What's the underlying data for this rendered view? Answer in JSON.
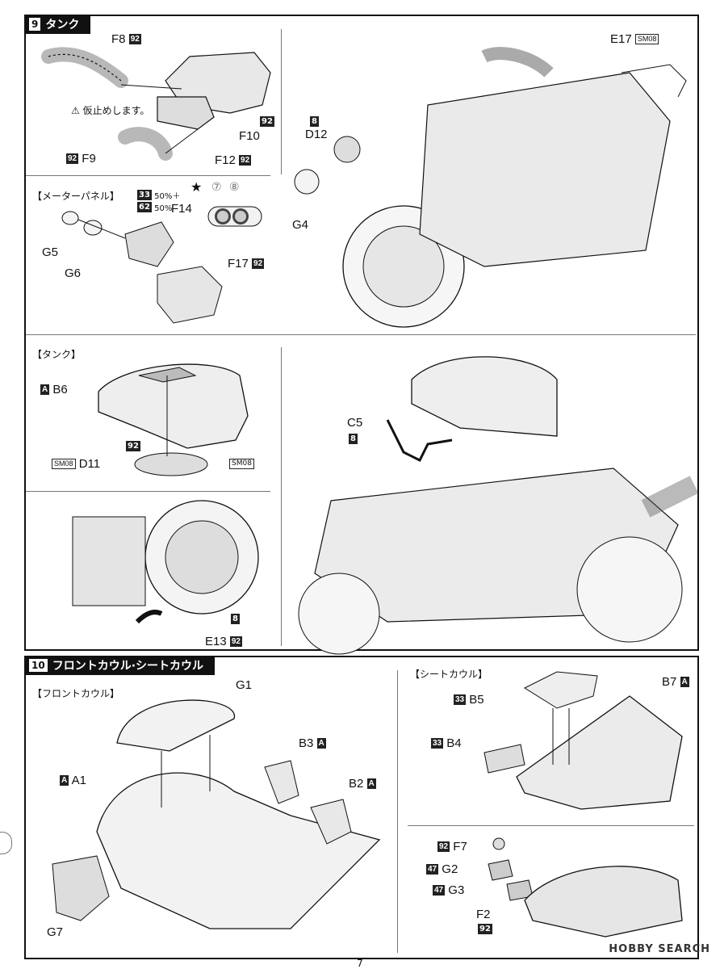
{
  "step9": {
    "number": "9",
    "title": "タンク",
    "labels": {
      "F8": "F8",
      "F9": "F9",
      "F10": "F10",
      "F12": "F12",
      "note": "仮止めします。",
      "E17": "E17",
      "D12": "D12",
      "G4": "G4",
      "F14": "F14",
      "F17": "F17",
      "G5": "G5",
      "G6": "G6",
      "B6": "B6",
      "D11": "D11",
      "C5": "C5",
      "E13": "E13"
    },
    "codes": {
      "c92": "92",
      "c8": "8",
      "c33": "33",
      "c62": "62",
      "sm08": "SM08",
      "A": "A"
    },
    "meter_heading": "【メーターパネル】",
    "meter_mix1": "50%＋",
    "meter_mix2": "50%",
    "meter_circle7": "⑦",
    "meter_circle8": "⑧",
    "tank_heading": "【タンク】"
  },
  "step10": {
    "number": "10",
    "title": "フロントカウル·シートカウル",
    "front_heading": "【フロントカウル】",
    "seat_heading": "【シートカウル】",
    "labels": {
      "G1": "G1",
      "A1": "A1",
      "B3": "B3",
      "B2": "B2",
      "G7": "G7",
      "B5": "B5",
      "B4": "B4",
      "B7": "B7",
      "F7": "F7",
      "G2": "G2",
      "G3": "G3",
      "F2": "F2"
    },
    "codes": {
      "c92": "92",
      "c33": "33",
      "c47": "47",
      "A": "A"
    }
  },
  "page_number": "7",
  "watermark": "HOBBY SEARCH"
}
